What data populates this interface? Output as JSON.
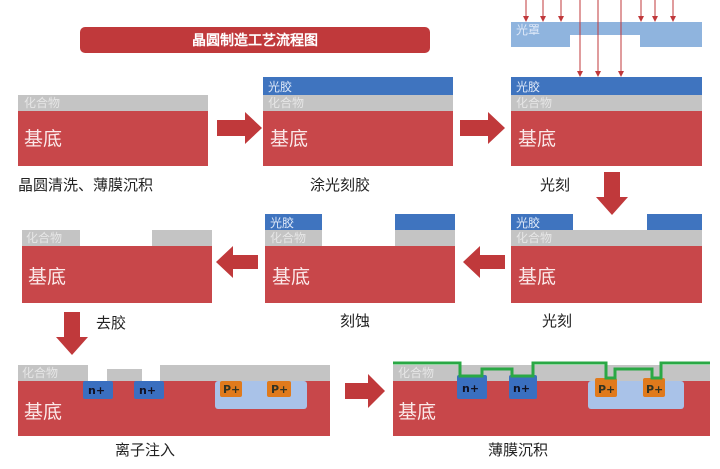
{
  "title": "晶圆制造工艺流程图",
  "layers": {
    "substrate": "基底",
    "oxide": "化合物",
    "photoresist": "光胶",
    "mask": "光罩"
  },
  "doping": {
    "n": "n+",
    "p": "P+"
  },
  "steps": [
    "晶圆清洗、薄膜沉积",
    "涂光刻胶",
    "光刻",
    "光刻",
    "刻蚀",
    "去胶",
    "离子注入",
    "薄膜沉积"
  ],
  "colors": {
    "substrate": "#c8474a",
    "oxide": "#c4c4c4",
    "photoresist": "#3f74bf",
    "mask": "#8fb4de",
    "arrow": "#c0393b",
    "film": "#2aa845",
    "nplus": "#3a6fc0",
    "pplus": "#e07a1c",
    "well": "#a9c2e8"
  }
}
